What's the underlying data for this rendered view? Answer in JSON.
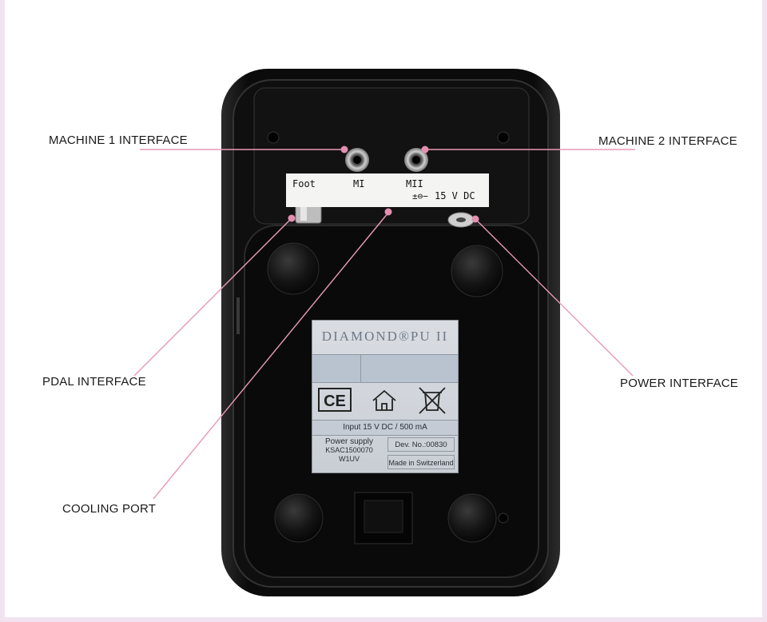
{
  "callouts": {
    "machine1": "MACHINE 1 INTERFACE",
    "machine2": "MACHINE 2 INTERFACE",
    "pedal": "PDAL INTERFACE",
    "power": "POWER INTERFACE",
    "cooling": "COOLING PORT"
  },
  "device_label": {
    "foot": "Foot",
    "m1": "MI",
    "m2": "MII",
    "power": "15 V DC"
  },
  "plate": {
    "brand": "DIAMOND®PU II",
    "input": "Input 15 V DC / 500 mA",
    "power_supply_title": "Power supply",
    "power_supply_model": "KSAC1500070",
    "power_supply_code": "W1UV",
    "device_no": "Dev. No.:00830",
    "made_in": "Made in Switzerland"
  },
  "colors": {
    "leader_line": "#e89ab8",
    "leader_dot": "#e28fb0",
    "device_body": "#0d0d0d",
    "background_border": "#f1e4f0"
  }
}
